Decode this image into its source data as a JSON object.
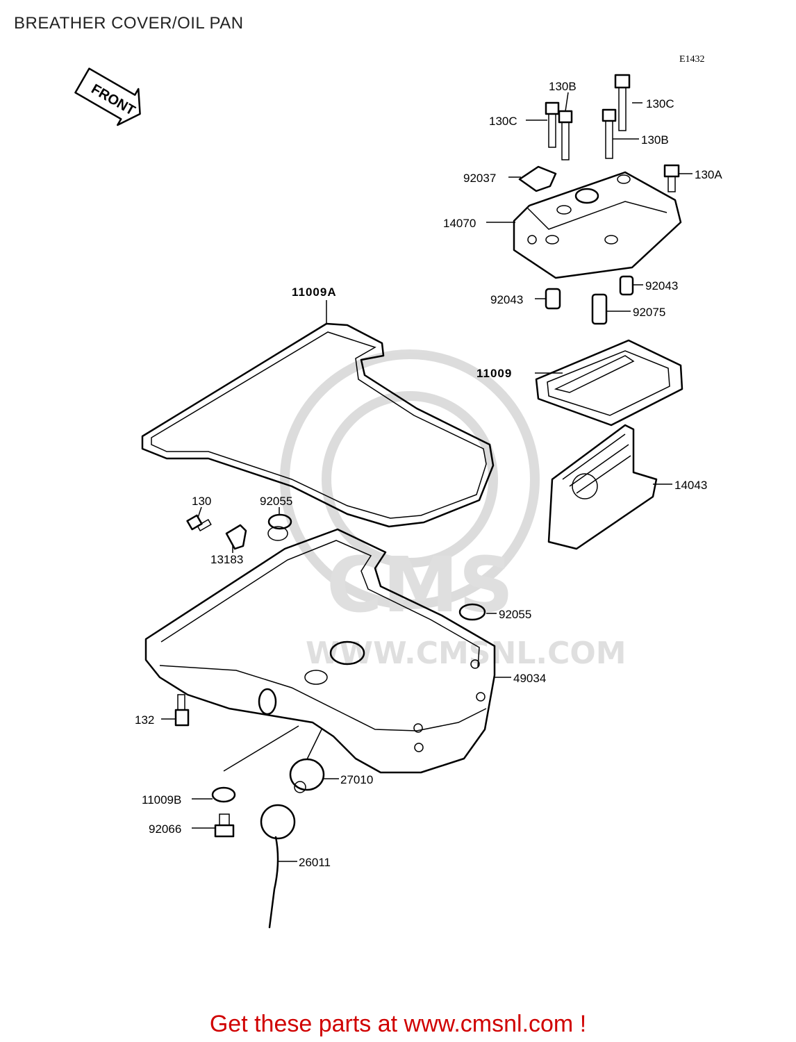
{
  "title": "BREATHER COVER/OIL PAN",
  "diagram_id": "E1432",
  "front_arrow_label": "FRONT",
  "watermark": {
    "brand": "CMS",
    "url": "WWW.CMSNL.COM"
  },
  "footer": "Get these parts at www.cmsnl.com !",
  "labels": {
    "p130B_top": "130B",
    "p130C_right": "130C",
    "p130C_left": "130C",
    "p130B_right": "130B",
    "p130A": "130A",
    "p92037": "92037",
    "p14070": "14070",
    "p92043_left": "92043",
    "p92043_right": "92043",
    "p92075": "92075",
    "p11009A": "11009A",
    "p11009": "11009",
    "p14043": "14043",
    "p130": "130",
    "p92055_top": "92055",
    "p13183": "13183",
    "p92055_right": "92055",
    "p49034": "49034",
    "p132": "132",
    "p27010": "27010",
    "p11009B": "11009B",
    "p92066": "92066",
    "p26011": "26011"
  }
}
